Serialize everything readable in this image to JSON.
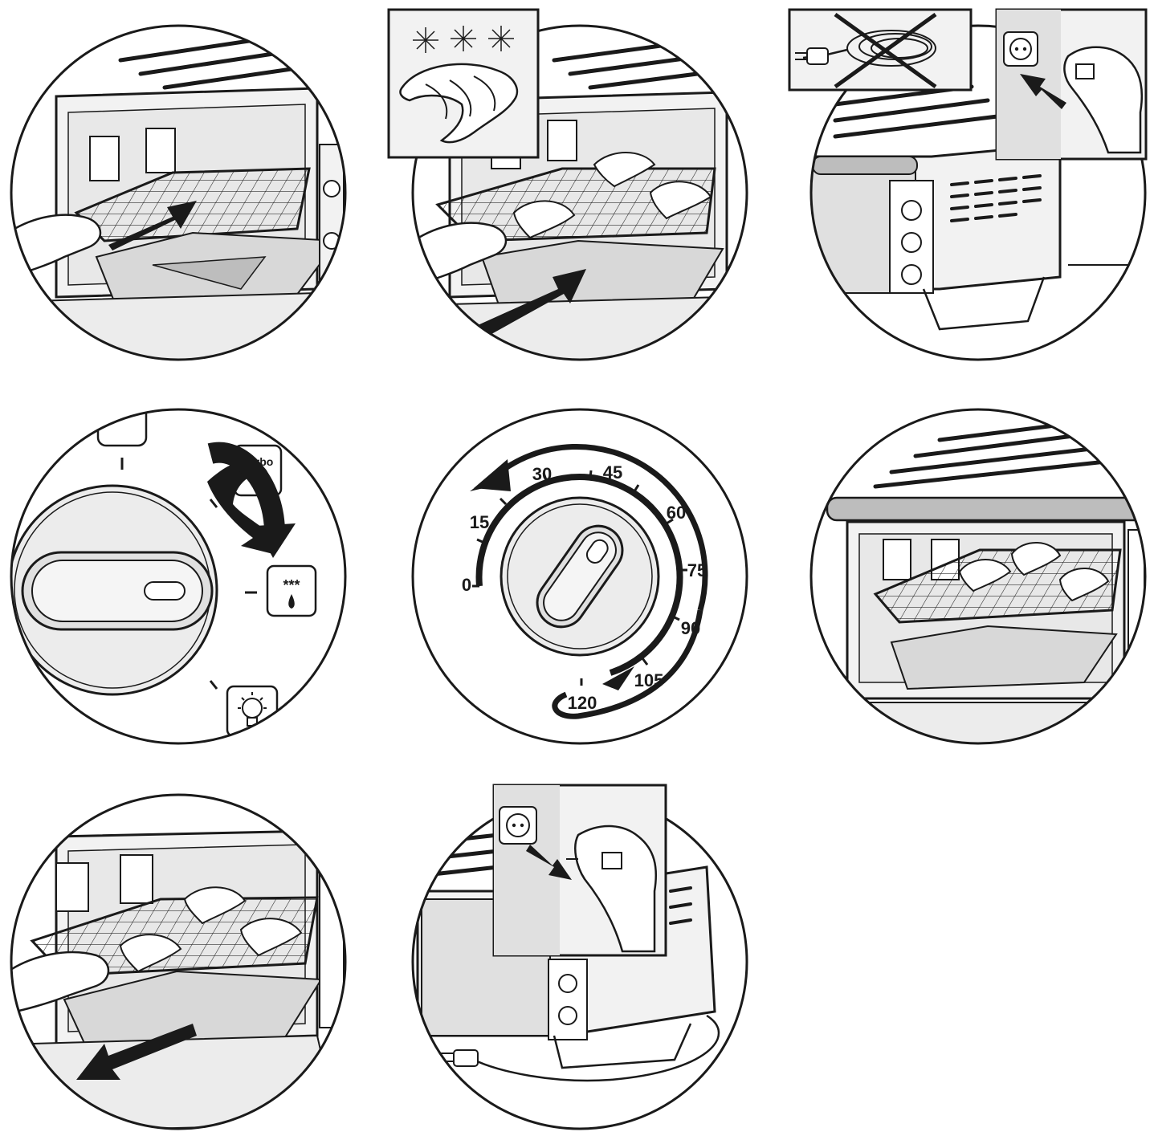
{
  "colors": {
    "ink": "#1a1a1a",
    "panel_fill": "#f2f2f2",
    "inset_fill": "#ffffff",
    "light_gray": "#e0e0e0",
    "mid_gray": "#bdbdbd"
  },
  "mode_dial": {
    "turbo_label": "Turbo",
    "defrost_icon": "snowflakes-droplet-icon",
    "light_icon": "lamp-icon"
  },
  "timer_dial": {
    "marks": [
      "0",
      "15",
      "30",
      "45",
      "60",
      "75",
      "90",
      "105",
      "120"
    ]
  },
  "icons": {
    "croissant_inset": "croissants-sparkle-icon",
    "no_wrap_cord": "crossed-cord-icon",
    "plug_in": "plug-into-socket-icon",
    "unplug": "unplug-from-socket-icon"
  }
}
